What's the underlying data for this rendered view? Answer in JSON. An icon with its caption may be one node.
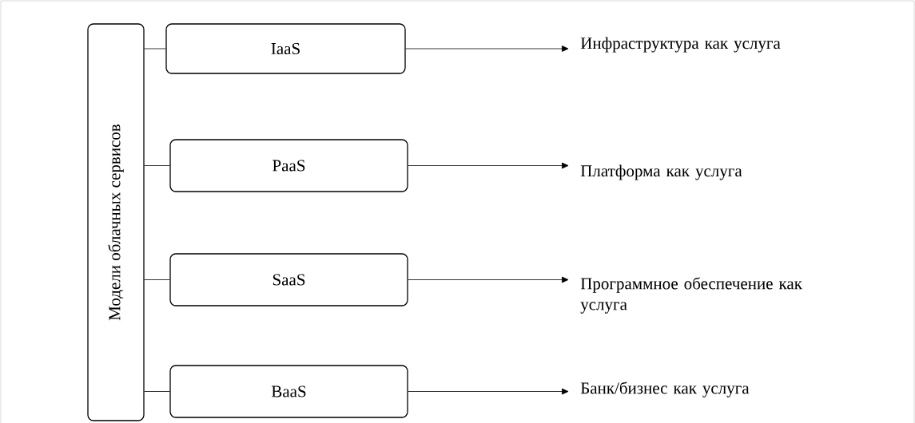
{
  "diagram": {
    "nodes": [
      {
        "text": [
          "Модели облачных сервисов"
        ]
      },
      {
        "text": [
          "IaaS"
        ]
      },
      {
        "text": [
          "PaaS"
        ]
      },
      {
        "text": [
          "SaaS"
        ]
      },
      {
        "text": [
          "BaaS"
        ]
      },
      {
        "text": [
          "Инфраструктура как услуга"
        ]
      },
      {
        "text": [
          "Платформа как услуга"
        ]
      },
      {
        "text": [
          "Программное обеспечение как услуга"
        ]
      },
      {
        "text": [
          "Банк/бизнес как услуга"
        ]
      }
    ],
    "edges": [
      {
        "from": 0,
        "to": 1,
        "arrow": "none"
      },
      {
        "from": 0,
        "to": 2,
        "arrow": "none"
      },
      {
        "from": 0,
        "to": 3,
        "arrow": "none"
      },
      {
        "from": 0,
        "to": 4,
        "arrow": "none"
      },
      {
        "from": 1,
        "to": 5,
        "arrow": "to"
      },
      {
        "from": 2,
        "to": 6,
        "arrow": "to"
      },
      {
        "from": 3,
        "to": 7,
        "arrow": "to"
      },
      {
        "from": 4,
        "to": 8,
        "arrow": "to"
      }
    ]
  }
}
